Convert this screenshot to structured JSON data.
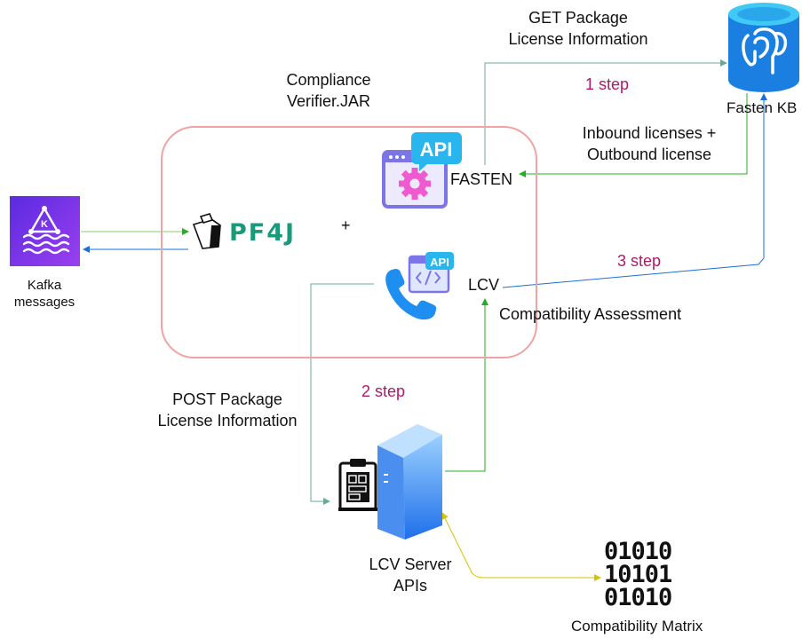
{
  "labels": {
    "get_package": [
      "GET Package",
      "License Information"
    ],
    "compliance": [
      "Compliance",
      "Verifier.JAR"
    ],
    "fasten_kb": "Fasten KB",
    "inbound": [
      "Inbound licenses +",
      "Outbound license"
    ],
    "fasten": "FASTEN",
    "plus": "+",
    "lcv": "LCV",
    "compat_assessment": "Compatibility Assessment",
    "kafka": [
      "Kafka",
      "messages"
    ],
    "post_package": [
      "POST Package",
      "License Information"
    ],
    "lcv_server": [
      "LCV Server",
      "APIs"
    ],
    "compat_matrix": "Compatibility Matrix",
    "pf4j": "PF4J",
    "api_badge": "API",
    "kafka_letter": "K",
    "binary": [
      "01010",
      "10101",
      "01010"
    ]
  },
  "steps": {
    "step1": "1 step",
    "step2": "2 step",
    "step3": "3 step"
  },
  "colors": {
    "step_text": "#b0186a",
    "container_border": "#f1a2a2",
    "teal_line": "#6aa999",
    "green_line": "#22b022",
    "blue_line": "#1a6fd8",
    "yellow_line": "#d4c300",
    "kafka_bg": "#7a3de0",
    "db_blue": "#1a7fe0",
    "api_purple": "#7b75e8",
    "api_teal": "#29b5ee"
  }
}
